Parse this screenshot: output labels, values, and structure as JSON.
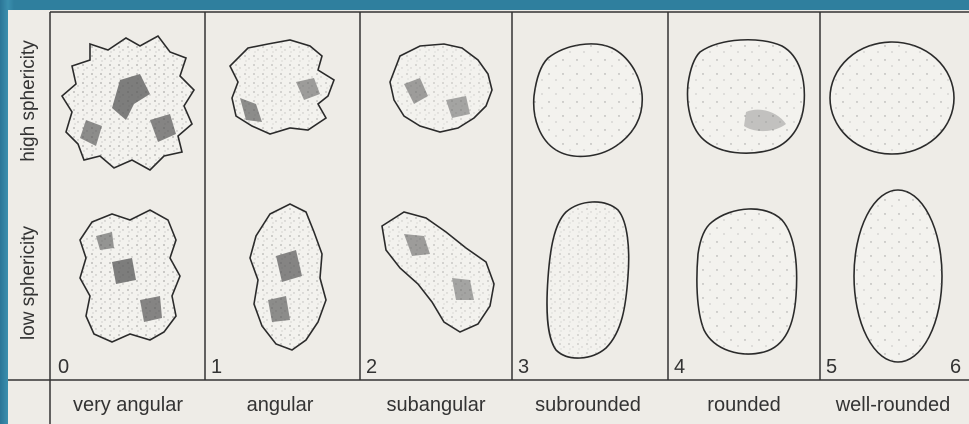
{
  "rows": [
    {
      "label": "high sphericity"
    },
    {
      "label": "low sphericity"
    }
  ],
  "numbers": [
    "0",
    "1",
    "2",
    "3",
    "4",
    "5",
    "6"
  ],
  "categories": [
    "very angular",
    "angular",
    "subangular",
    "subrounded",
    "rounded",
    "well-rounded"
  ],
  "colors": {
    "background": "#2f7f9e",
    "paper": "#eeece7",
    "ink": "#2a2a2a",
    "grain_fill": "#f3f2ee",
    "shade": "#555555"
  }
}
